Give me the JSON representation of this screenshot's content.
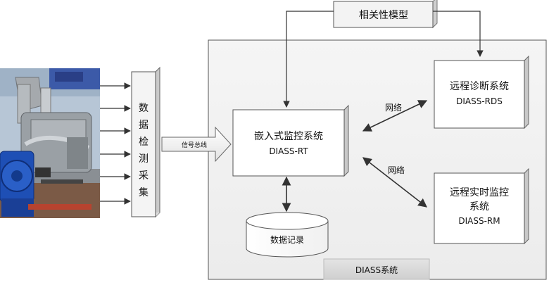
{
  "diagram": {
    "correlation_model": "相关性模型",
    "data_acquisition_chars": [
      "数",
      "据",
      "检",
      "测",
      "采",
      "集"
    ],
    "signal_bus": "信号总线",
    "embedded_monitor": {
      "line1": "嵌入式监控系统",
      "line2": "DIASS-RT"
    },
    "remote_diagnosis": {
      "line1": "远程诊断系统",
      "line2": "DIASS-RDS"
    },
    "remote_realtime": {
      "line1": "远程实时监控",
      "line2": "系统",
      "line3": "DIASS-RM"
    },
    "network_label_1": "网络",
    "network_label_2": "网络",
    "data_record": "数据记录",
    "system_label": "DIASS系统"
  }
}
